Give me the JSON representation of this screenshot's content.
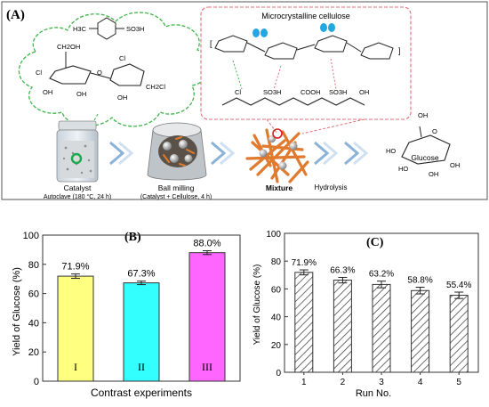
{
  "panel_a": {
    "label": "(A)",
    "cellulose_title": "Microcrystalline cellulose",
    "catalyst_label": "Catalyst",
    "catalyst_condition": "Autoclave (180 °C, 24 h)",
    "ball_milling_label": "Ball milling",
    "ball_milling_condition": "(Catalyst + Cellulose, 4 h)",
    "mixture_label": "Mixture",
    "hydrolysis_label": "Hydrolysis",
    "glucose_label": "Glucose",
    "chem": {
      "h3c": "H3C",
      "so3h": "SO3H",
      "ch2oh": "CH2OH",
      "cl": "Cl",
      "oh": "OH",
      "ch2cl": "CH2Cl",
      "cooh": "COOH",
      "o": "O",
      "ho": "HO"
    }
  },
  "chart_data": [
    {
      "type": "bar",
      "panel_label": "(B)",
      "categories": [
        "I",
        "II",
        "III"
      ],
      "values": [
        71.9,
        67.3,
        88.0
      ],
      "value_labels": [
        "71.9%",
        "67.3%",
        "88.0%"
      ],
      "errors": [
        1.5,
        1.2,
        1.3
      ],
      "colors": [
        "#ffff80",
        "#33ffff",
        "#ff66ff"
      ],
      "xlabel": "Contrast experiments",
      "ylabel": "Yield of Glucose (%)",
      "ylim": [
        0,
        100
      ],
      "yticks": [
        "0",
        "20",
        "40",
        "60",
        "80",
        "100"
      ]
    },
    {
      "type": "bar",
      "panel_label": "(C)",
      "categories": [
        "1",
        "2",
        "3",
        "4",
        "5"
      ],
      "values": [
        71.9,
        66.3,
        63.2,
        58.8,
        55.4
      ],
      "value_labels": [
        "71.9%",
        "66.3%",
        "63.2%",
        "58.8%",
        "55.4%"
      ],
      "errors": [
        1.8,
        2.0,
        2.4,
        2.4,
        2.3
      ],
      "pattern": "diagonal-hatch",
      "xlabel": "Run No.",
      "ylabel": "Yield of Glucose (%)",
      "ylim": [
        0,
        100
      ],
      "yticks": [
        "0",
        "20",
        "40",
        "60",
        "80",
        "100"
      ]
    }
  ]
}
